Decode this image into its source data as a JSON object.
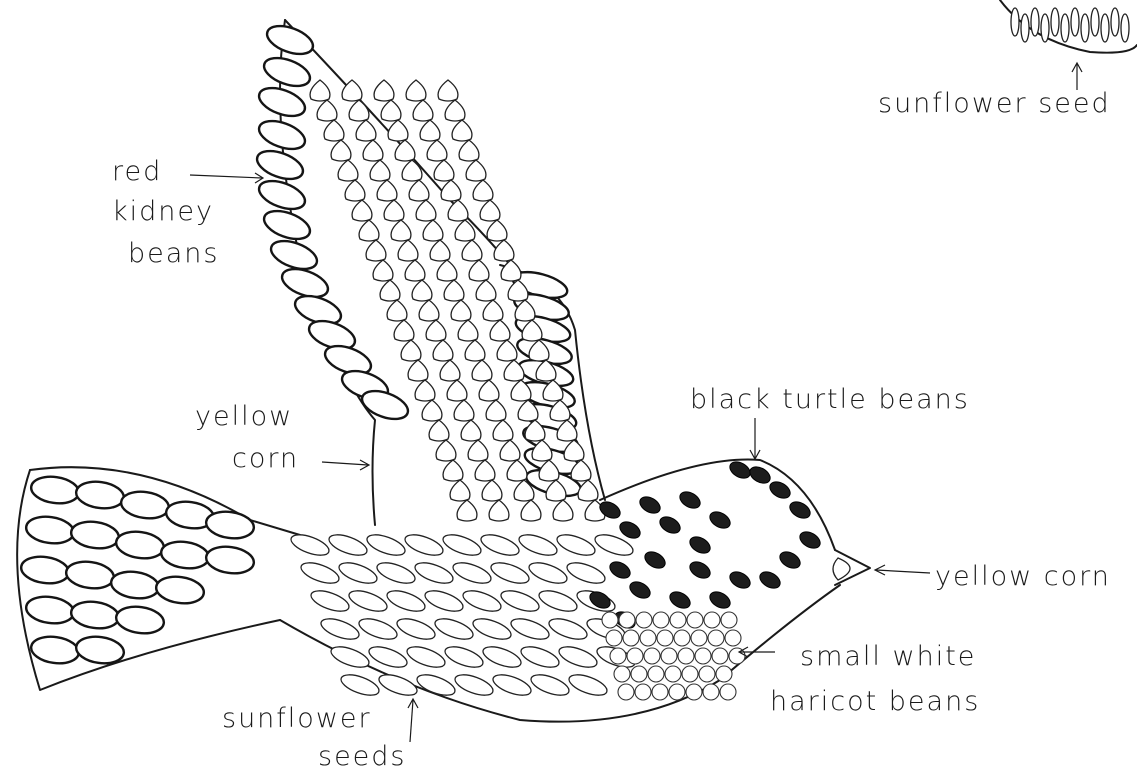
{
  "labels": {
    "top_right": "sunflower seed",
    "red_kidney_1": "red",
    "red_kidney_2": "kidney",
    "red_kidney_3": "beans",
    "yellow_corn_left_1": "yellow",
    "yellow_corn_left_2": "corn",
    "black_turtle": "black turtle beans",
    "yellow_corn_right": "yellow corn",
    "small_white_1": "small white",
    "small_white_2": "haricot beans",
    "sunflower_1": "sunflower",
    "sunflower_2": "seeds"
  }
}
